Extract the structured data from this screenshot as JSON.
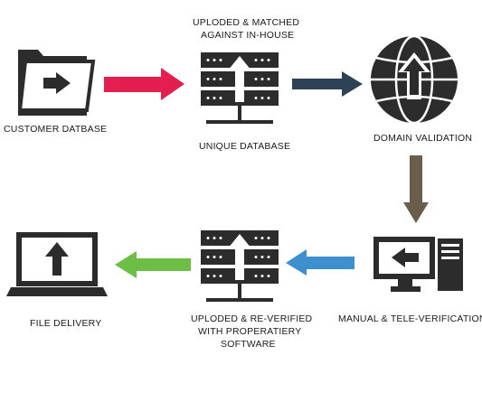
{
  "steps": {
    "customer_db": {
      "label": "CUSTOMER DATBASE",
      "icon": "folder-arrow-icon"
    },
    "upload_match": {
      "top_line1": "UPLODED & MATCHED",
      "top_line2": "AGAINST IN-HOUSE",
      "bottom": "UNIQUE DATABASE",
      "icon": "server-upload-icon"
    },
    "domain": {
      "label": "DOMAIN VALIDATION",
      "icon": "globe-upload-icon"
    },
    "manual": {
      "label": "MANUAL & TELE-VERIFICATION",
      "icon": "desktop-computer-icon"
    },
    "reverify": {
      "line1": "UPLODED & RE-VERIFIED",
      "line2": "WITH PROPERATIERY",
      "line3": "SOFTWARE",
      "icon": "server-upload-icon"
    },
    "delivery": {
      "label": "FILE DELIVERY",
      "icon": "laptop-upload-icon"
    }
  },
  "arrow_colors": {
    "step1_to_2": "#e41e4f",
    "step2_to_3": "#2d4254",
    "step3_to_4": "#6b5d4c",
    "step4_to_5": "#3d8fce",
    "step5_to_6": "#6cbe45"
  }
}
